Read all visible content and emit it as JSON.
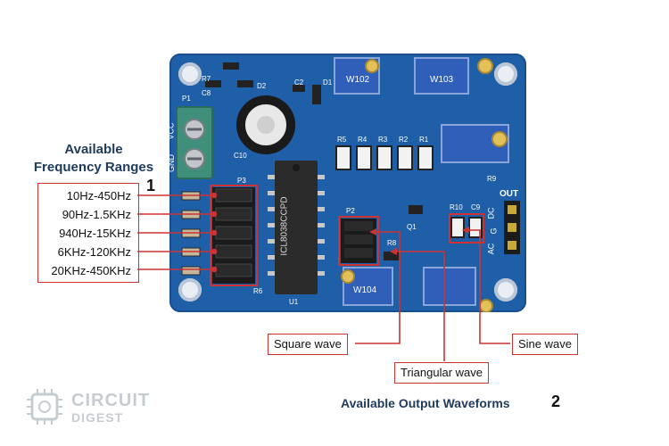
{
  "frequency_section": {
    "title_line1": "Available",
    "title_line2": "Frequency Ranges",
    "number": "1",
    "ranges": [
      "10Hz-450Hz",
      "90Hz-1.5KHz",
      "940Hz-15KHz",
      "6KHz-120KHz",
      "20KHz-450KHz"
    ]
  },
  "waveforms": {
    "square": "Square wave",
    "triangular": "Triangular wave",
    "sine": "Sine wave",
    "title": "Available Output Waveforms",
    "number": "2"
  },
  "board_labels": {
    "p1": "P1",
    "gnd": "GND",
    "vcc": "VCC",
    "c10": "C10",
    "p3": "P3",
    "u1": "U1",
    "chip_text": "ICL8038CCPD",
    "p2": "P2",
    "q1": "Q1",
    "out": "OUT",
    "ac": "AC",
    "g": "G",
    "dc": "DC",
    "r5": "R5",
    "r4": "R4",
    "r3": "R3",
    "r2": "R2",
    "r1": "R1",
    "r6": "R6",
    "r7": "R7",
    "r8": "R8",
    "r9": "R9",
    "r10": "R10",
    "c2": "C2",
    "c8": "C8",
    "c9": "C9",
    "d1": "D1",
    "d2": "D2",
    "pot1": "W102",
    "pot2": "W103",
    "pot3": "W104"
  },
  "logo": {
    "line1": "CIRCUIT",
    "line2": "DIGEST"
  },
  "colors": {
    "board_blue": "#1f5fa8",
    "accent_red": "#cc3333",
    "title_navy": "#1f3a5a"
  }
}
